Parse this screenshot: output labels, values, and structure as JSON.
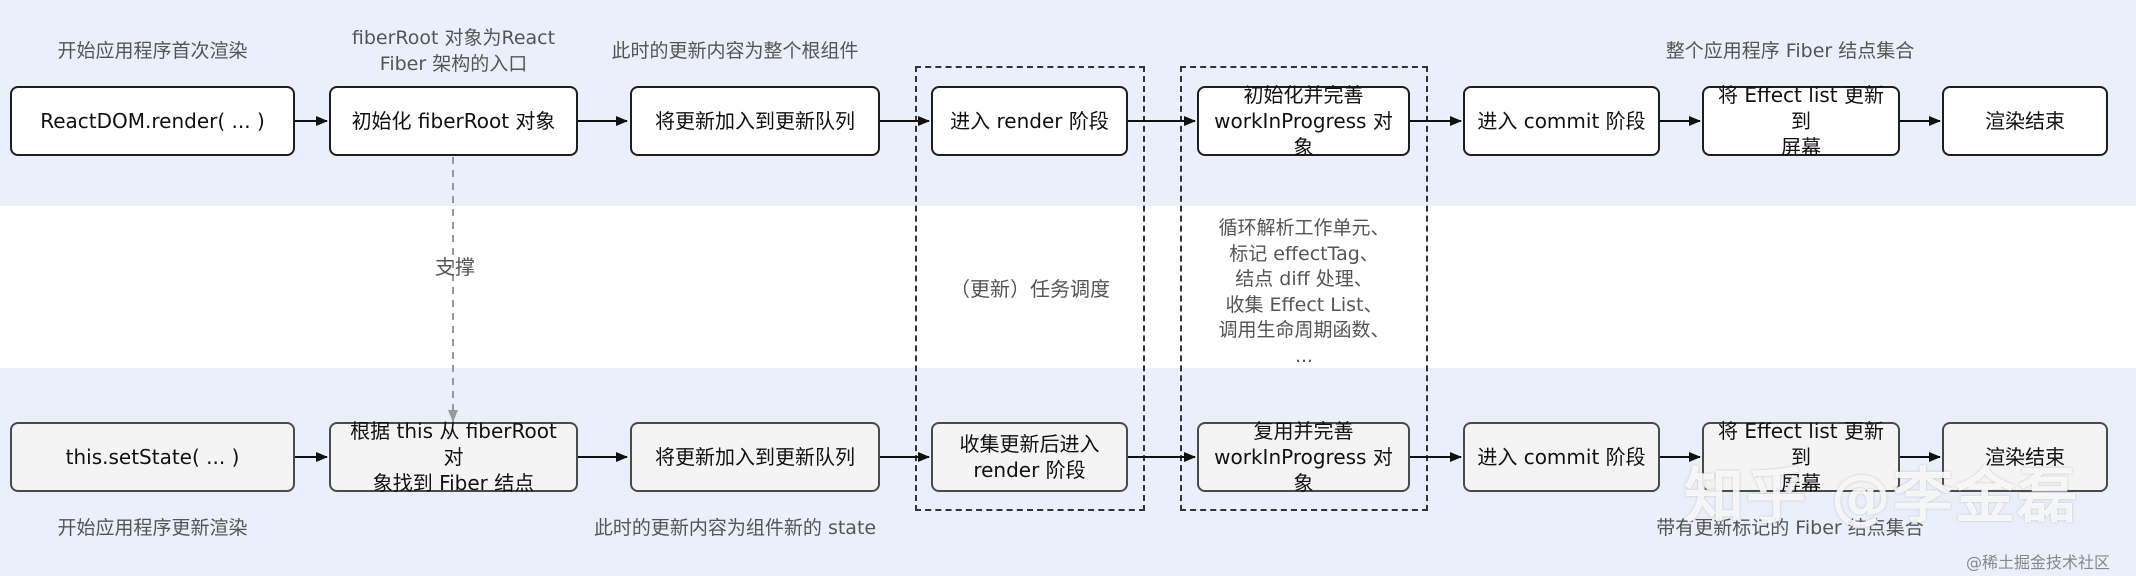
{
  "top_row": {
    "caption_start": "开始应用程序首次渲染",
    "caption_fiberroot": "fiberRoot 对象为React\nFiber 架构的入口",
    "caption_update": "此时的更新内容为整个根组件",
    "caption_fiberset": "整个应用程序 Fiber 结点集合",
    "nodes": [
      "ReactDOM.render( ... )",
      "初始化 fiberRoot 对象",
      "将更新加入到更新队列",
      "进入 render 阶段",
      "初始化并完善\nworkInProgress 对象",
      "进入 commit 阶段",
      "将 Effect list 更新到\n屏幕",
      "渲染结束"
    ]
  },
  "middle": {
    "support_label": "支撑",
    "schedule_label": "（更新）任务调度",
    "work_loop_notes": "循环解析工作单元、\n标记 effectTag、\n结点 diff 处理、\n收集 Effect List、\n调用生命周期函数、\n..."
  },
  "bottom_row": {
    "caption_start": "开始应用程序更新渲染",
    "caption_update": "此时的更新内容为组件新的 state",
    "caption_fiberset": "带有更新标记的 Fiber 结点集合",
    "nodes": [
      "this.setState( ... )",
      "根据 this 从 fiberRoot 对\n象找到 Fiber 结点",
      "将更新加入到更新队列",
      "收集更新后进入\nrender 阶段",
      "复用并完善\nworkInProgress 对象",
      "进入 commit 阶段",
      "将 Effect list 更新到\n屏幕",
      "渲染结束"
    ]
  },
  "watermark": "知乎 @李金磊",
  "credit": "@稀土掘金技术社区",
  "colors": {
    "band": "#eaf0fb",
    "border": "#1e1e1e",
    "caption": "#555555"
  }
}
